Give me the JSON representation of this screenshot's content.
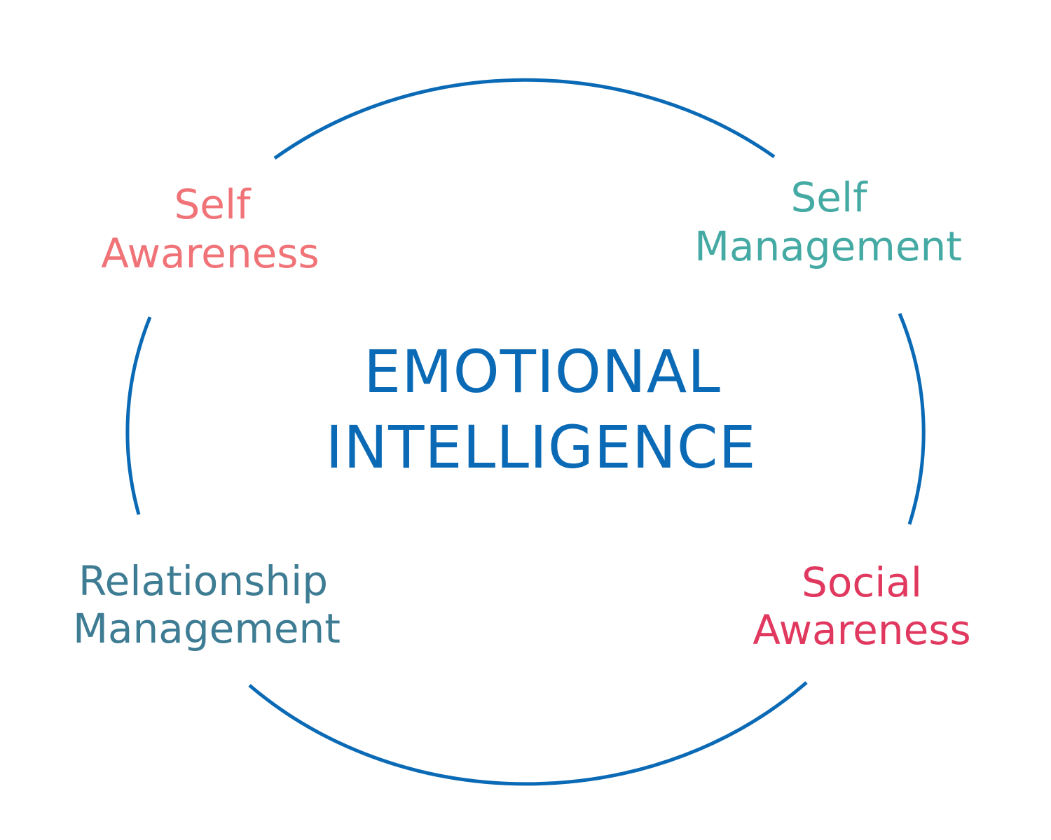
{
  "colors": {
    "ring": "#0b6ab5",
    "center_title": "#0b6ab5",
    "self_awareness": "#f07378",
    "self_management": "#44aaa3",
    "relationship_management": "#3e7c94",
    "social_awareness": "#e0385e"
  },
  "center": {
    "line1": "EMOTIONAL",
    "line2": "INTELLIGENCE"
  },
  "quadrants": {
    "self_awareness": {
      "line1": "Self",
      "line2": "Awareness"
    },
    "self_management": {
      "line1": "Self",
      "line2": "Management"
    },
    "relationship_management": {
      "line1": "Relationship",
      "line2": "Management"
    },
    "social_awareness": {
      "line1": "Social",
      "line2": "Awareness"
    }
  }
}
